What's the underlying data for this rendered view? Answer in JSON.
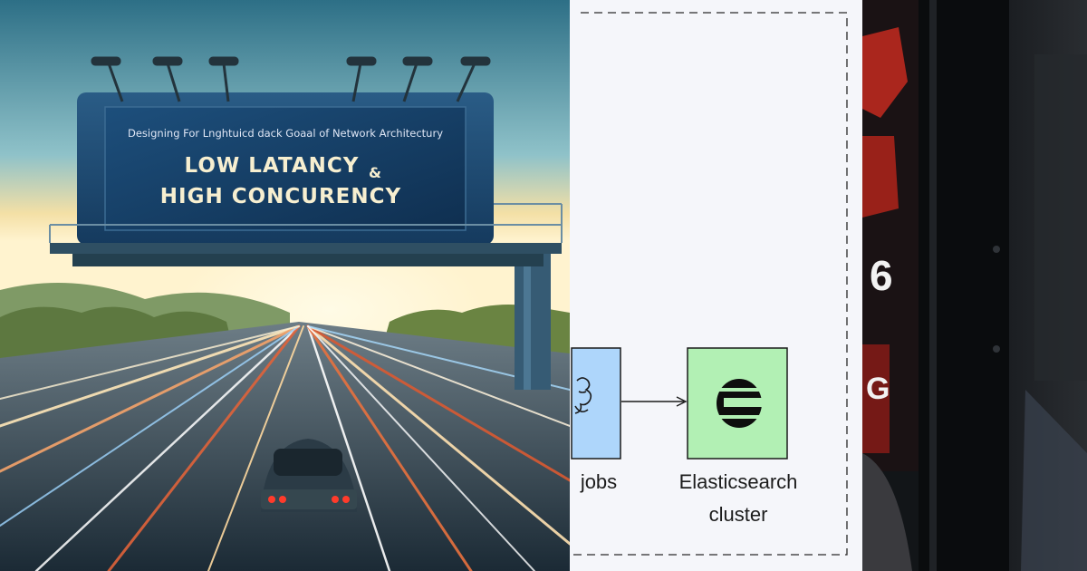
{
  "billboard": {
    "subtitle": "Designing For Lnghtuicd dack Goaal of Network Architectury",
    "line1": "LOW LATANCY",
    "amp": "&",
    "line2": "HIGH CONCURENCY"
  },
  "diagram": {
    "node_left_label": "jobs",
    "node_right_label_line1": "Elasticsearch",
    "node_right_label_line2": "cluster",
    "colors": {
      "left_node_fill": "#aed6fb",
      "right_node_fill": "#b2f0b4",
      "dashed_border": "#2a2a2a",
      "canvas": "#f5f6fa"
    }
  },
  "right_photo": {
    "sign_texts": [
      "6",
      "G"
    ],
    "accent": "#c42a1e"
  }
}
